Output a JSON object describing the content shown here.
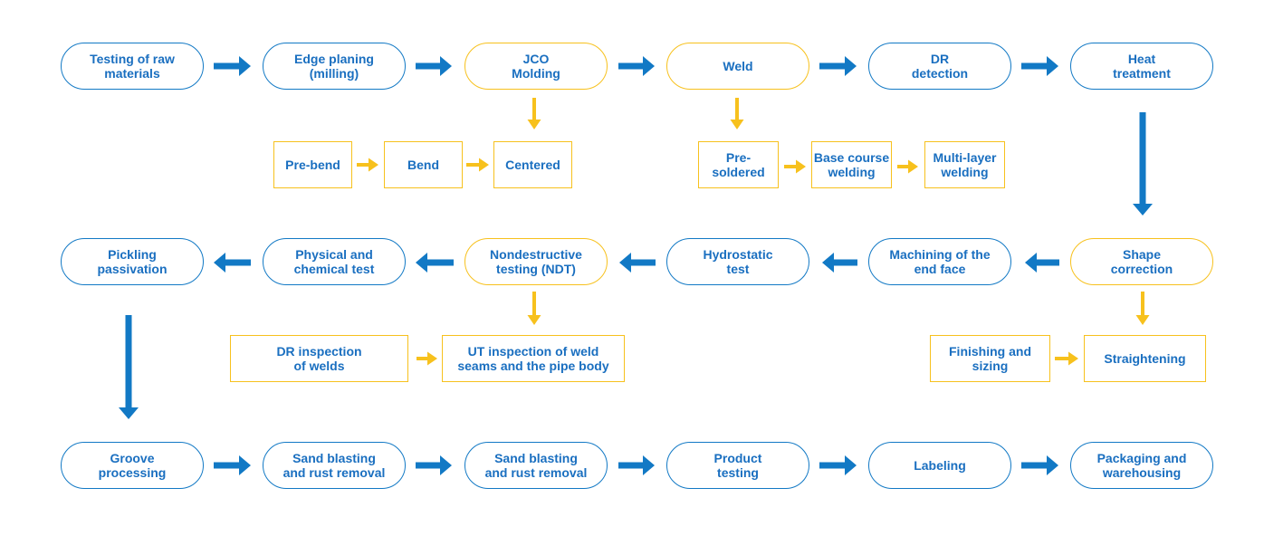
{
  "colors": {
    "main_arrow": "#1279c5",
    "sub_arrow": "#f7c11d",
    "text": "#1a6fc0",
    "main_border": "#1279c5",
    "highlight_border": "#f7c11d"
  },
  "row1": [
    "Testing of raw\nmaterials",
    "Edge planing\n(milling)",
    "JCO\nMolding",
    "Weld",
    "DR\ndetection",
    "Heat\ntreatment"
  ],
  "jco_steps": [
    "Pre-bend",
    "Bend",
    "Centered"
  ],
  "weld_steps": [
    "Pre-\nsoldered",
    "Base course\nwelding",
    "Multi-layer\nwelding"
  ],
  "row2": [
    "Pickling\npassivation",
    "Physical and\nchemical test",
    "Nondestructive\ntesting (NDT)",
    "Hydrostatic\ntest",
    "Machining of the\nend face",
    "Shape\ncorrection"
  ],
  "ndt_steps": [
    "DR inspection\nof welds",
    "UT inspection of weld\nseams and the pipe body"
  ],
  "shape_steps": [
    "Finishing and\nsizing",
    "Straightening"
  ],
  "row3": [
    "Groove\nprocessing",
    "Sand blasting\nand rust removal",
    "Sand blasting\nand rust removal",
    "Product\ntesting",
    "Labeling",
    "Packaging and\nwarehousing"
  ]
}
